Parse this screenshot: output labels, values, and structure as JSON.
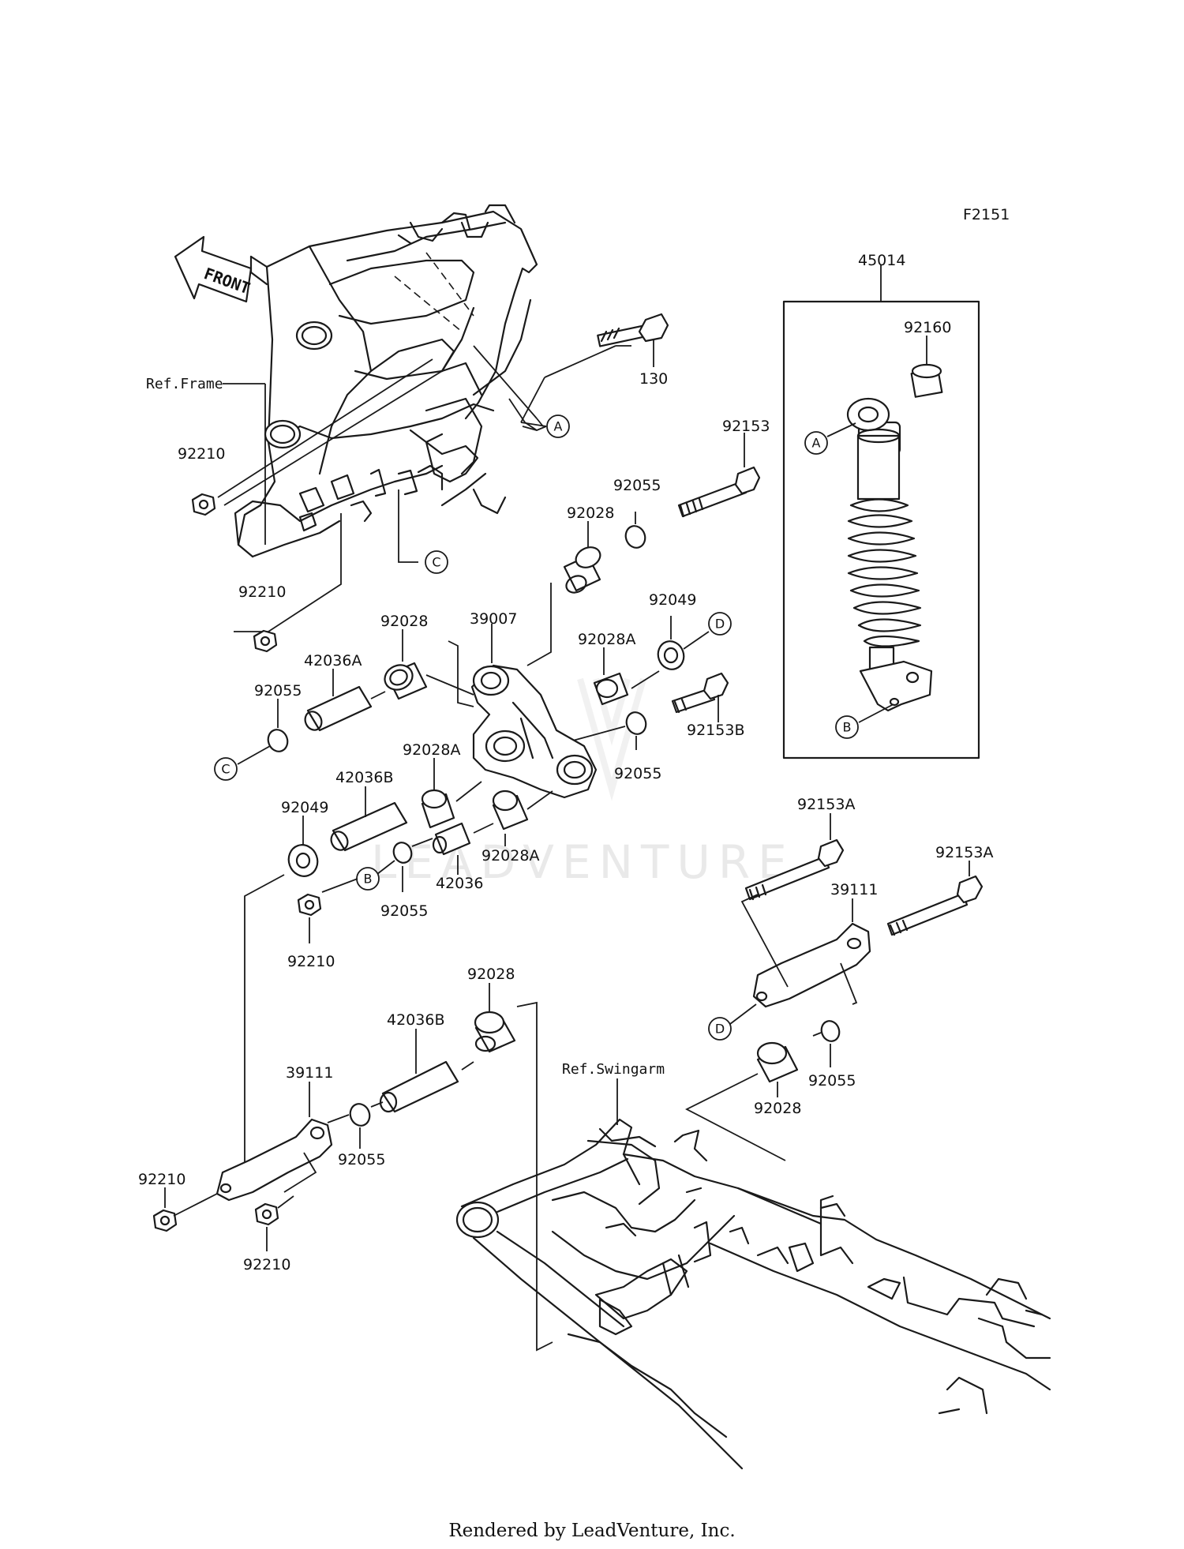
{
  "diagram": {
    "code": "F2151",
    "front_label": "FRONT",
    "watermark": "LEADVENTURE",
    "footer": "Rendered by LeadVenture, Inc.",
    "refs": {
      "frame": "Ref.Frame",
      "swingarm": "Ref.Swingarm"
    },
    "callouts": {
      "a_top": "A",
      "a_shock": "A",
      "b_shock": "B",
      "b_lower": "B",
      "c_frame": "C",
      "c_left": "C",
      "d_right": "D",
      "d_rod": "D"
    },
    "parts": {
      "p130": "130",
      "p92210_a": "92210",
      "p92210_b": "92210",
      "p92210_c": "92210",
      "p92210_d": "92210",
      "p92210_e": "92210",
      "p45014": "45014",
      "p92160": "92160",
      "p92153": "92153",
      "p92055_a": "92055",
      "p92028_a": "92028",
      "p92049_a": "92049",
      "p92028A_a": "92028A",
      "p39007": "39007",
      "p92028_b": "92028",
      "p42036A": "42036A",
      "p92055_b": "92055",
      "p92153B": "92153B",
      "p92055_c": "92055",
      "p92028A_b": "92028A",
      "p42036B_a": "42036B",
      "p92049_b": "92049",
      "p92028A_c": "92028A",
      "p42036": "42036",
      "p92055_d": "92055",
      "p92153A_a": "92153A",
      "p92153A_b": "92153A",
      "p39111_a": "39111",
      "p92028_c": "92028",
      "p42036B_b": "42036B",
      "p39111_b": "39111",
      "p92055_e": "92055",
      "p92055_f": "92055",
      "p92028_d": "92028"
    }
  }
}
